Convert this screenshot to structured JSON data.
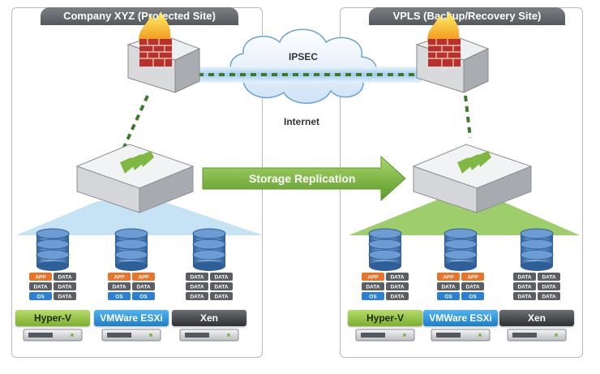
{
  "panels": {
    "left_title": "Company XYZ (Protected Site)",
    "right_title": "VPLS (Backup/Recovery Site)"
  },
  "labels": {
    "ipsec": "IPSEC",
    "internet": "Internet",
    "replication": "Storage Replication"
  },
  "left_hosts": [
    {
      "label": "Hyper-V",
      "style": "green",
      "vms": [
        [
          "APP",
          "DATA"
        ],
        [
          "DATA",
          "DATA"
        ],
        [
          "OS",
          "DATA"
        ]
      ]
    },
    {
      "label": "VMWare ESXi",
      "style": "blue",
      "vms": [
        [
          "APP",
          "APP"
        ],
        [
          "DATA",
          "DATA"
        ],
        [
          "OS",
          "OS"
        ]
      ]
    },
    {
      "label": "Xen",
      "style": "dark",
      "vms": [
        [
          "DATA",
          "DATA"
        ],
        [
          "DATA",
          "DATA"
        ],
        [
          "DATA",
          "DATA"
        ]
      ]
    }
  ],
  "right_hosts": [
    {
      "label": "Hyper-V",
      "style": "green",
      "vms": [
        [
          "APP",
          "DATA"
        ],
        [
          "DATA",
          "DATA"
        ],
        [
          "OS",
          "DATA"
        ]
      ]
    },
    {
      "label": "VMWare ESXi",
      "style": "blue",
      "vms": [
        [
          "APP",
          "APP"
        ],
        [
          "DATA",
          "DATA"
        ],
        [
          "OS",
          "OS"
        ]
      ]
    },
    {
      "label": "Xen",
      "style": "dark",
      "vms": [
        [
          "DATA",
          "DATA"
        ],
        [
          "DATA",
          "DATA"
        ],
        [
          "DATA",
          "DATA"
        ]
      ]
    }
  ],
  "colors": {
    "app": "#e8742a",
    "os": "#2c7fd1",
    "data": "#5b5e63",
    "replication_arrow": "#7fb843",
    "link": "#3f7a2b"
  }
}
